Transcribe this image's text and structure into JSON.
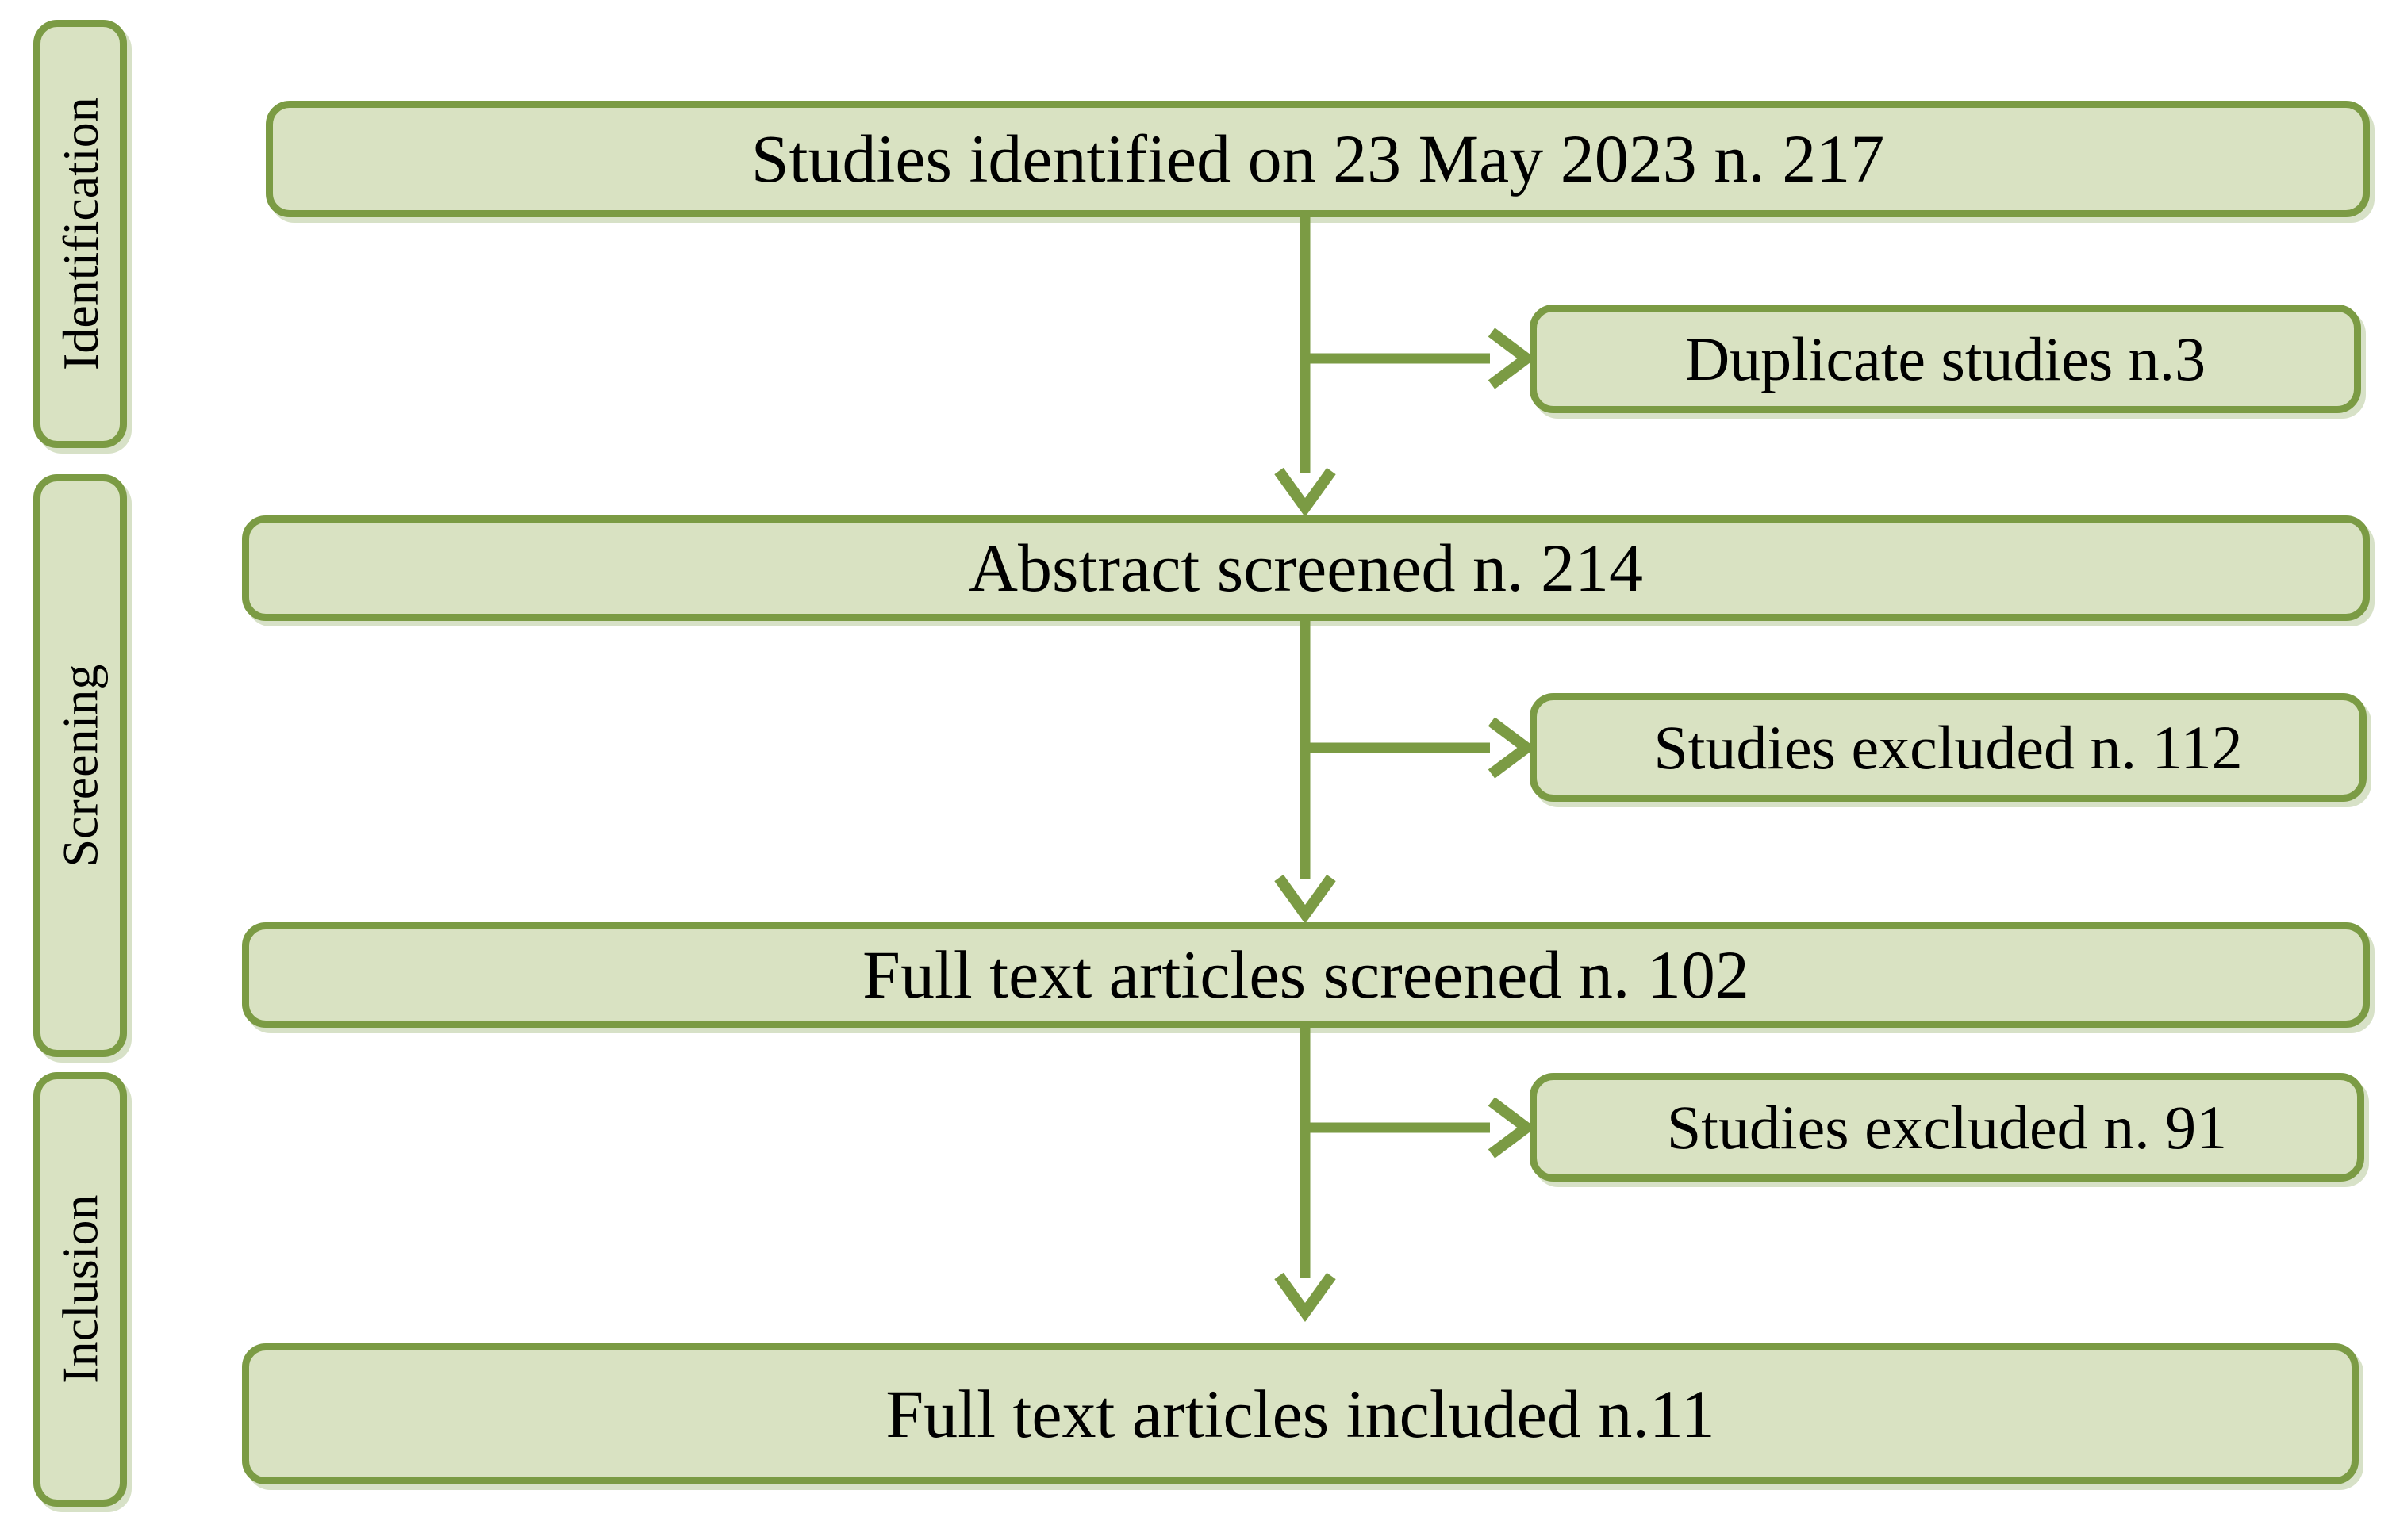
{
  "diagram": {
    "phases": [
      {
        "label": "Identification"
      },
      {
        "label": "Screening"
      },
      {
        "label": "Inclusion"
      }
    ],
    "boxes": {
      "identified": "Studies identified on 23 May 2023 n. 217",
      "duplicates": "Duplicate studies n.3",
      "abstract_screened": "Abstract screened n. 214",
      "excluded_abstract": "Studies excluded n. 112",
      "fulltext_screened": "Full text articles screened n. 102",
      "excluded_fulltext": "Studies excluded n. 91",
      "included": "Full text articles included n.11"
    },
    "colors": {
      "box_fill": "#d9e2c2",
      "box_border": "#7b9b44",
      "arrow": "#7b9b44",
      "text": "#000000"
    }
  }
}
